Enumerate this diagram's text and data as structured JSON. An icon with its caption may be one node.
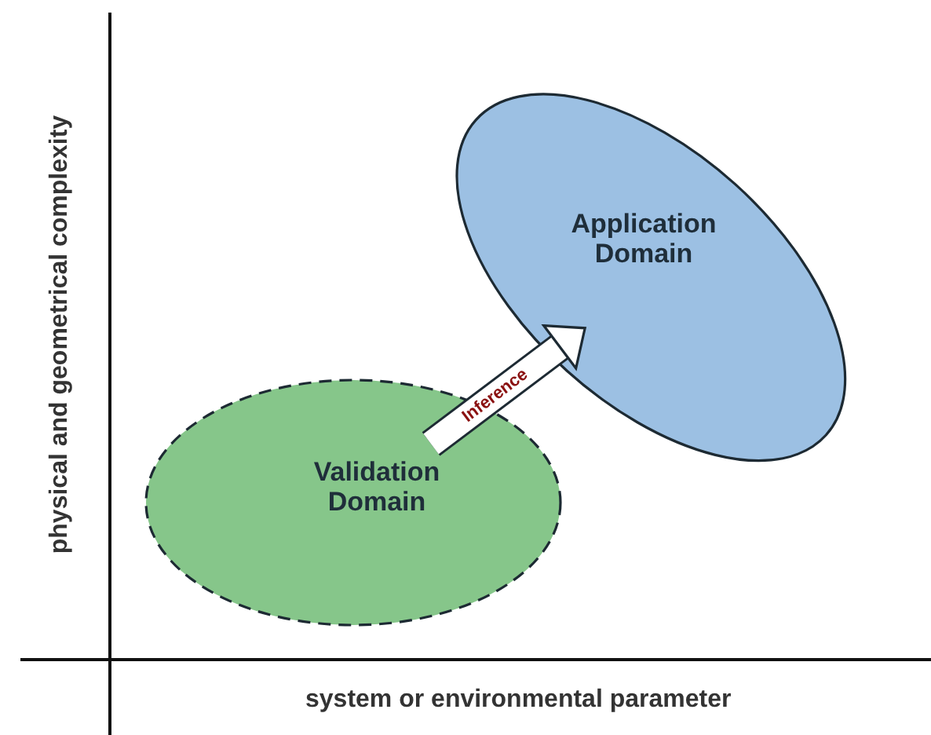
{
  "diagram": {
    "nodes": [
      {
        "text": [
          "Validation Domain"
        ]
      },
      {
        "text": [
          "Application Domain"
        ]
      }
    ],
    "edges": [
      {
        "from": 0,
        "to": 1,
        "arrow": "to",
        "label": "Inference"
      }
    ],
    "labels": [
      "physical and geometrical complexity",
      "system or environmental parameter"
    ]
  }
}
